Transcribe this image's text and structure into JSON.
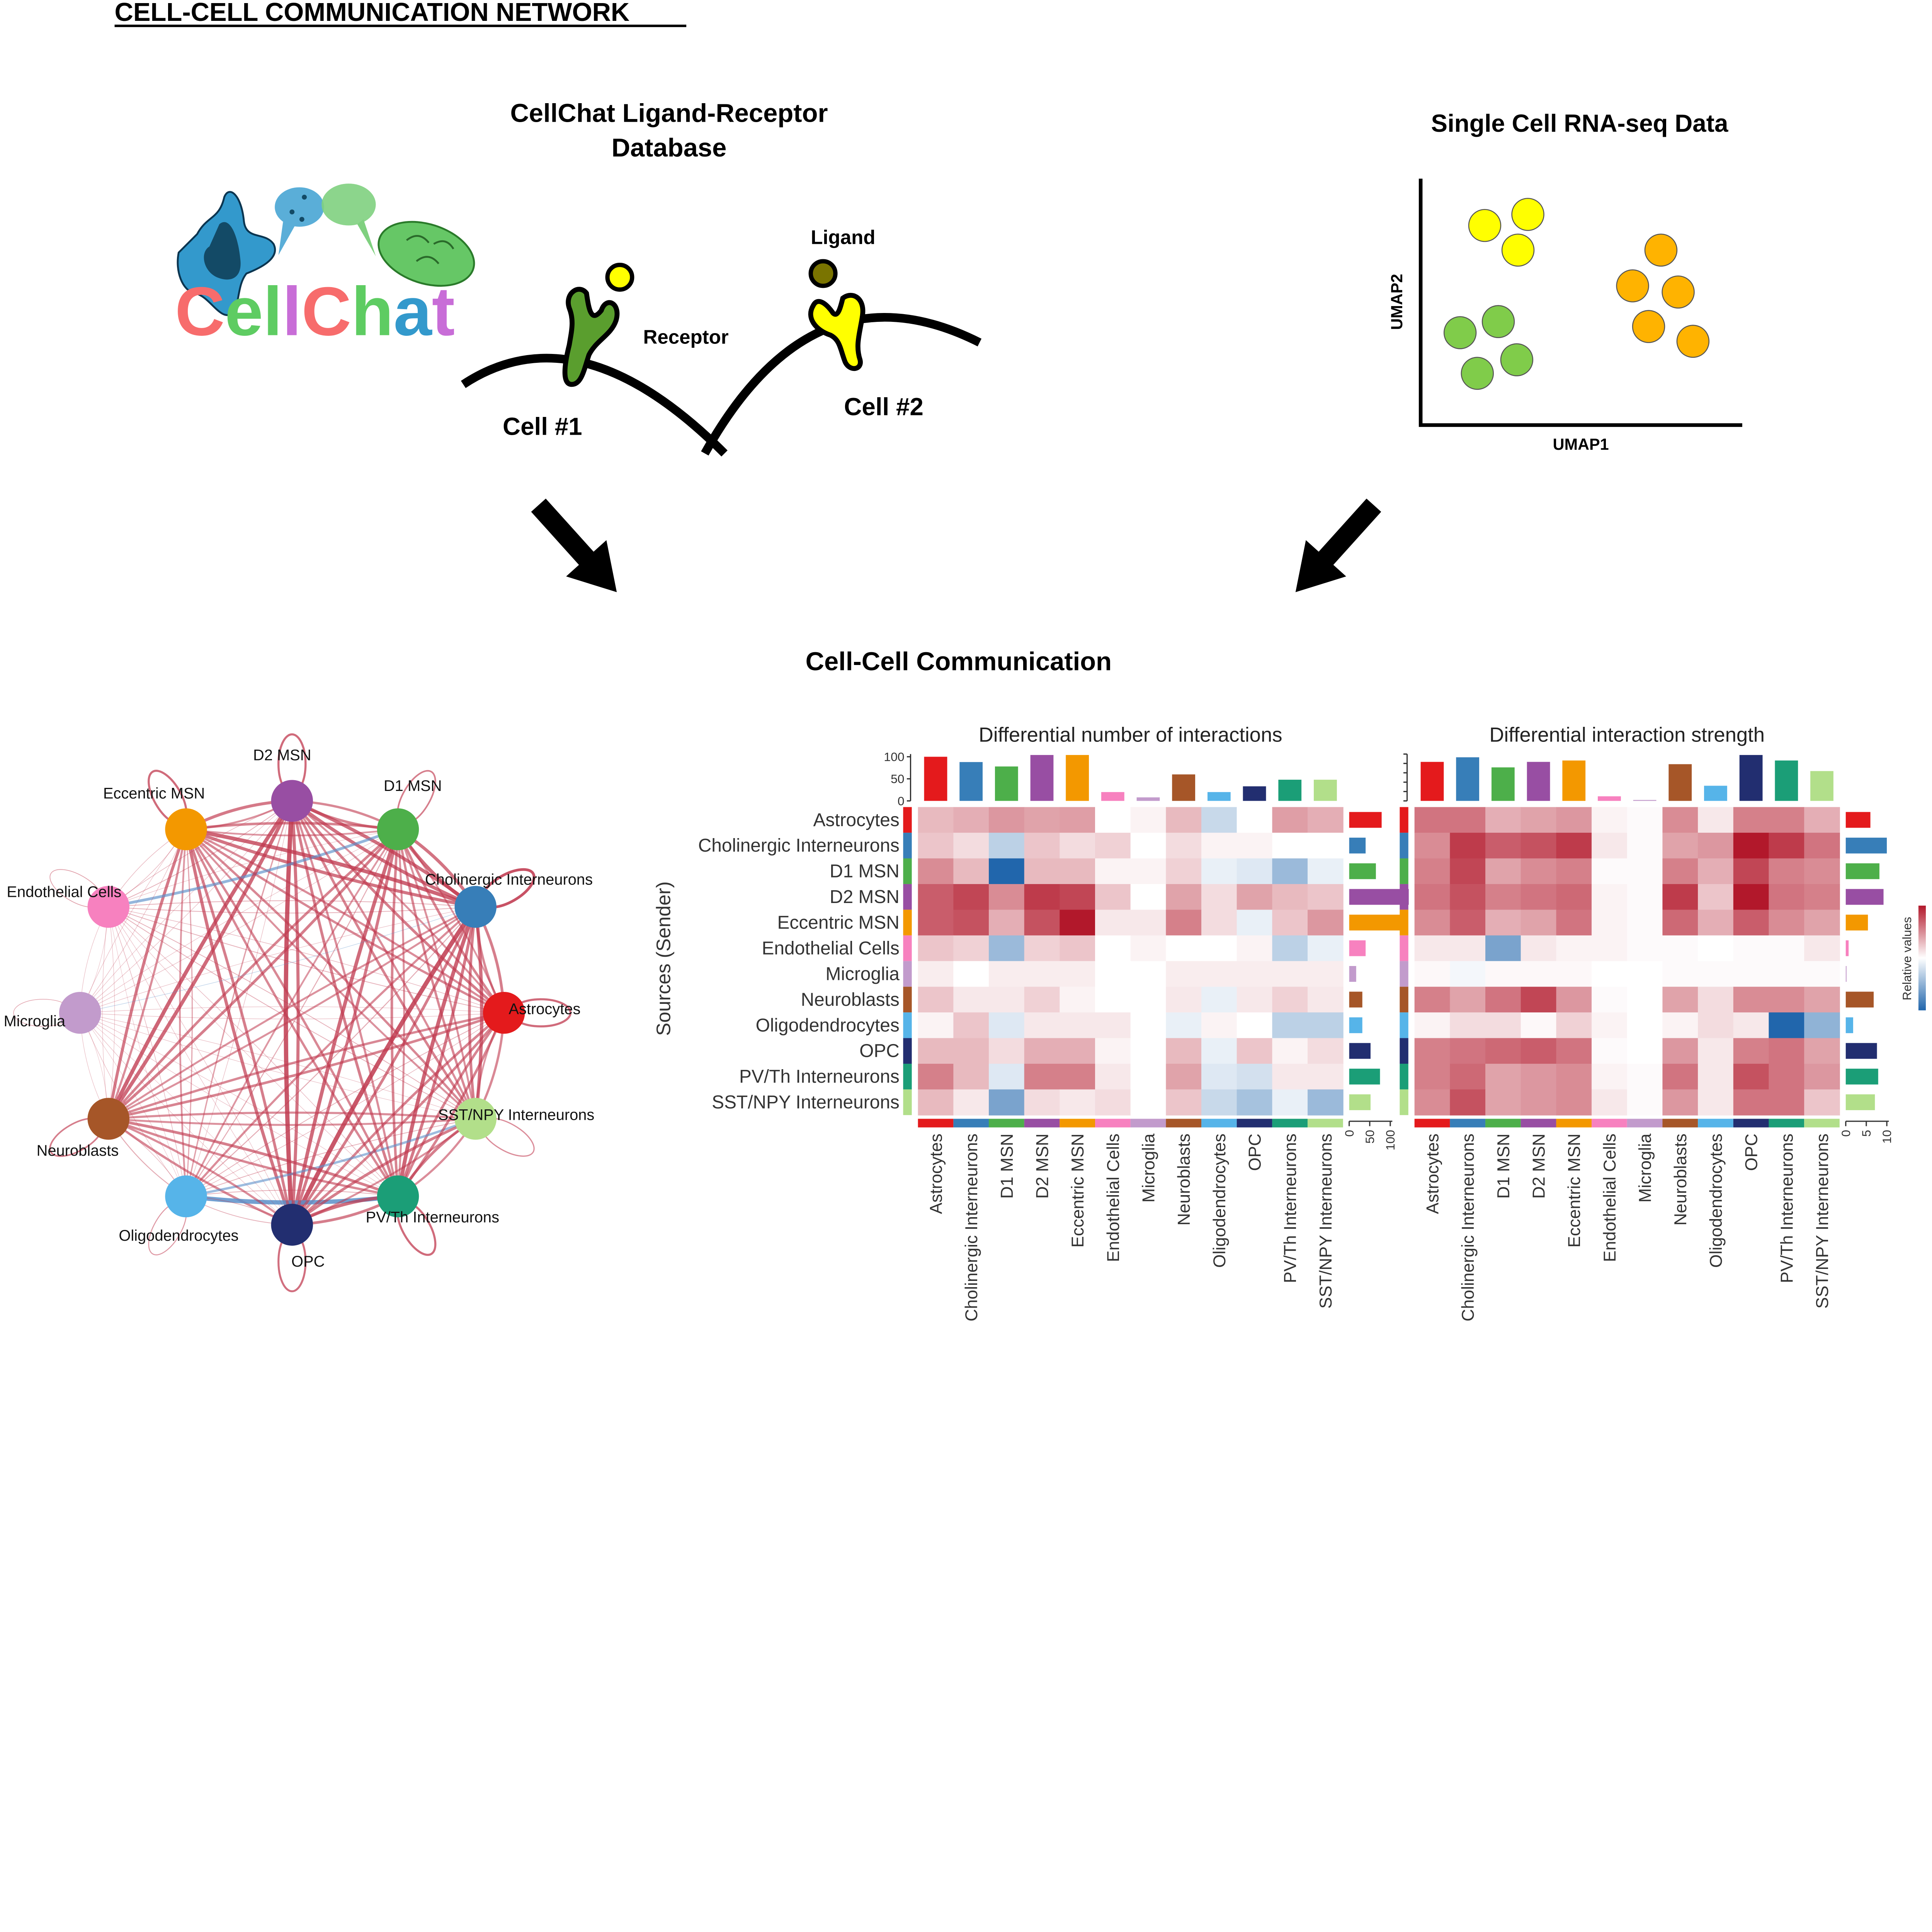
{
  "title": "CELL-CELL COMMUNICATION NETWORK",
  "database": {
    "title_line1": "CellChat Ligand-Receptor",
    "title_line2": "Database",
    "logo_text": "CellChat",
    "ligand_label": "Ligand",
    "receptor_label": "Receptor",
    "cell1_label": "Cell #1",
    "cell2_label": "Cell #2"
  },
  "scrna": {
    "title": "Single Cell RNA-seq Data",
    "xlabel": "UMAP1",
    "ylabel": "UMAP2",
    "colors": {
      "cluster1": "#ffff00",
      "cluster2": "#ffb300",
      "cluster3": "#80cc4a"
    }
  },
  "result_title": "Cell-Cell Communication",
  "cell_types": [
    {
      "name": "Astrocytes",
      "color": "#e41a1c"
    },
    {
      "name": "Cholinergic Interneurons",
      "color": "#377eb8"
    },
    {
      "name": "D1 MSN",
      "color": "#4daf4a"
    },
    {
      "name": "D2 MSN",
      "color": "#984ea3"
    },
    {
      "name": "Eccentric MSN",
      "color": "#f39800"
    },
    {
      "name": "Endothelial Cells",
      "color": "#f781bf"
    },
    {
      "name": "Microglia",
      "color": "#c29bcc"
    },
    {
      "name": "Neuroblasts",
      "color": "#a65628"
    },
    {
      "name": "Oligodendrocytes",
      "color": "#56b4e9"
    },
    {
      "name": "OPC",
      "color": "#222e70"
    },
    {
      "name": "PV/Th Interneurons",
      "color": "#1b9e77"
    },
    {
      "name": "SST/NPY Interneurons",
      "color": "#b2df8a"
    }
  ],
  "chart_data": [
    {
      "type": "heatmap",
      "title": "Differential number of interactions",
      "ylabel": "Sources (Sender)",
      "rows": [
        "Astrocytes",
        "Cholinergic Interneurons",
        "D1 MSN",
        "D2 MSN",
        "Eccentric MSN",
        "Endothelial Cells",
        "Microglia",
        "Neuroblasts",
        "Oligodendrocytes",
        "OPC",
        "PV/Th Interneurons",
        "SST/NPY Interneurons"
      ],
      "columns": [
        "Astrocytes",
        "Cholinergic Interneurons",
        "D1 MSN",
        "D2 MSN",
        "Eccentric MSN",
        "Endothelial Cells",
        "Microglia",
        "Neuroblasts",
        "Oligodendrocytes",
        "OPC",
        "PV/Th Interneurons",
        "SST/NPY Interneurons"
      ],
      "value_range": [
        -1,
        1
      ],
      "values": [
        [
          0.3,
          0.35,
          0.45,
          0.4,
          0.42,
          0,
          0.05,
          0.3,
          -0.25,
          0,
          0.42,
          0.35
        ],
        [
          0.25,
          0.15,
          -0.3,
          0.25,
          0.15,
          0.2,
          0,
          0.15,
          0.05,
          0.05,
          0,
          0
        ],
        [
          0.5,
          0.3,
          -1,
          0.3,
          0.3,
          0.05,
          0.05,
          0.2,
          -0.1,
          -0.15,
          -0.45,
          -0.1
        ],
        [
          0.7,
          0.8,
          0.5,
          0.85,
          0.8,
          0.25,
          0,
          0.4,
          0.15,
          0.4,
          0.3,
          0.25
        ],
        [
          0.7,
          0.75,
          0.35,
          0.75,
          1,
          0.1,
          0.1,
          0.55,
          0.15,
          -0.1,
          0.25,
          0.45
        ],
        [
          0.25,
          0.2,
          -0.45,
          0.2,
          0.25,
          0,
          0.05,
          0,
          0,
          0.05,
          -0.3,
          -0.1
        ],
        [
          0.08,
          0,
          0.08,
          0.08,
          0.08,
          0,
          0,
          0.08,
          0.08,
          0.08,
          0.08,
          0.08
        ],
        [
          0.25,
          0.1,
          0.1,
          0.2,
          0.05,
          0,
          0,
          0.1,
          -0.1,
          0.1,
          0.2,
          0.1
        ],
        [
          0.05,
          0.25,
          -0.15,
          0.1,
          0.1,
          0.1,
          0,
          -0.1,
          0.05,
          0,
          -0.3,
          -0.3
        ],
        [
          0.3,
          0.3,
          0.15,
          0.35,
          0.35,
          0.05,
          0,
          0.3,
          -0.1,
          0.25,
          0.05,
          0.15
        ],
        [
          0.55,
          0.3,
          -0.15,
          0.55,
          0.55,
          0.1,
          0,
          0.4,
          -0.15,
          -0.2,
          0.1,
          0.1
        ],
        [
          0.3,
          0.1,
          -0.6,
          0.15,
          0.1,
          0.15,
          0,
          0.25,
          -0.25,
          -0.4,
          -0.1,
          -0.45
        ]
      ],
      "top_bars": [
        100,
        88,
        78,
        104,
        104,
        20,
        8,
        60,
        20,
        33,
        48,
        48
      ],
      "top_axis": {
        "range": [
          0,
          100
        ],
        "ticks": [
          "0",
          "50",
          "100"
        ]
      },
      "right_bars": [
        79,
        40,
        65,
        145,
        135,
        40,
        17,
        32,
        32,
        52,
        75,
        52
      ],
      "right_axis": {
        "range": [
          0,
          100
        ],
        "ticks": [
          "0",
          "50",
          "100"
        ]
      }
    },
    {
      "type": "heatmap",
      "title": "Differential interaction strength",
      "rows": [
        "Astrocytes",
        "Cholinergic Interneurons",
        "D1 MSN",
        "D2 MSN",
        "Eccentric MSN",
        "Endothelial Cells",
        "Microglia",
        "Neuroblasts",
        "Oligodendrocytes",
        "OPC",
        "PV/Th Interneurons",
        "SST/NPY Interneurons"
      ],
      "columns": [
        "Astrocytes",
        "Cholinergic Interneurons",
        "D1 MSN",
        "D2 MSN",
        "Eccentric MSN",
        "Endothelial Cells",
        "Microglia",
        "Neuroblasts",
        "Oligodendrocytes",
        "OPC",
        "PV/Th Interneurons",
        "SST/NPY Interneurons"
      ],
      "value_range": [
        -1,
        1
      ],
      "values": [
        [
          0.6,
          0.6,
          0.35,
          0.4,
          0.45,
          0.05,
          0.02,
          0.5,
          0.1,
          0.55,
          0.55,
          0.35
        ],
        [
          0.5,
          0.85,
          0.7,
          0.75,
          0.85,
          0.1,
          0.02,
          0.4,
          0.45,
          1,
          0.85,
          0.6
        ],
        [
          0.55,
          0.8,
          0.4,
          0.5,
          0.55,
          0.02,
          0.02,
          0.55,
          0.35,
          0.8,
          0.55,
          0.5
        ],
        [
          0.6,
          0.75,
          0.55,
          0.6,
          0.65,
          0.05,
          0.02,
          0.85,
          0.25,
          1,
          0.6,
          0.55
        ],
        [
          0.5,
          0.7,
          0.35,
          0.4,
          0.6,
          0.05,
          0.02,
          0.65,
          0.35,
          0.7,
          0.5,
          0.4
        ],
        [
          0.1,
          0.1,
          -0.6,
          0.1,
          0.05,
          0.05,
          0.02,
          0.02,
          0,
          0.02,
          0.02,
          0.1
        ],
        [
          0.03,
          -0.05,
          0.03,
          0.03,
          0.03,
          0,
          0,
          0.02,
          0.02,
          0.02,
          0.02,
          0.02
        ],
        [
          0.55,
          0.4,
          0.6,
          0.8,
          0.45,
          0.02,
          0,
          0.4,
          0.15,
          0.5,
          0.5,
          0.4
        ],
        [
          0.05,
          0.15,
          0.15,
          0.03,
          0.2,
          0.05,
          0,
          0.05,
          0.15,
          0.1,
          -1,
          -0.5
        ],
        [
          0.55,
          0.6,
          0.65,
          0.7,
          0.6,
          0.02,
          0,
          0.45,
          0.1,
          0.55,
          0.6,
          0.4
        ],
        [
          0.55,
          0.65,
          0.4,
          0.45,
          0.5,
          0.05,
          0.02,
          0.6,
          0.1,
          0.75,
          0.6,
          0.45
        ],
        [
          0.5,
          0.75,
          0.4,
          0.45,
          0.5,
          0.1,
          0.02,
          0.45,
          0.1,
          0.6,
          0.6,
          0.25
        ]
      ],
      "top_bars": [
        0.85,
        0.95,
        0.73,
        0.85,
        0.88,
        0.1,
        0.02,
        0.8,
        0.33,
        1,
        0.88,
        0.65
      ],
      "right_bars": [
        6,
        10,
        8.2,
        9.2,
        5.4,
        0.7,
        0.2,
        6.8,
        1.8,
        7.6,
        7.9,
        7.1
      ],
      "right_axis": {
        "range": [
          0,
          10
        ],
        "ticks": [
          "0",
          "5",
          "10"
        ]
      },
      "legend_title": "Relative values",
      "legend_colors": {
        "low": "#2166ac",
        "mid": "#ffffff",
        "high": "#b2182b"
      }
    }
  ],
  "network": {
    "type": "circle-network",
    "edge_color_up": "#c0394f",
    "edge_color_down": "#5b8fc9"
  }
}
